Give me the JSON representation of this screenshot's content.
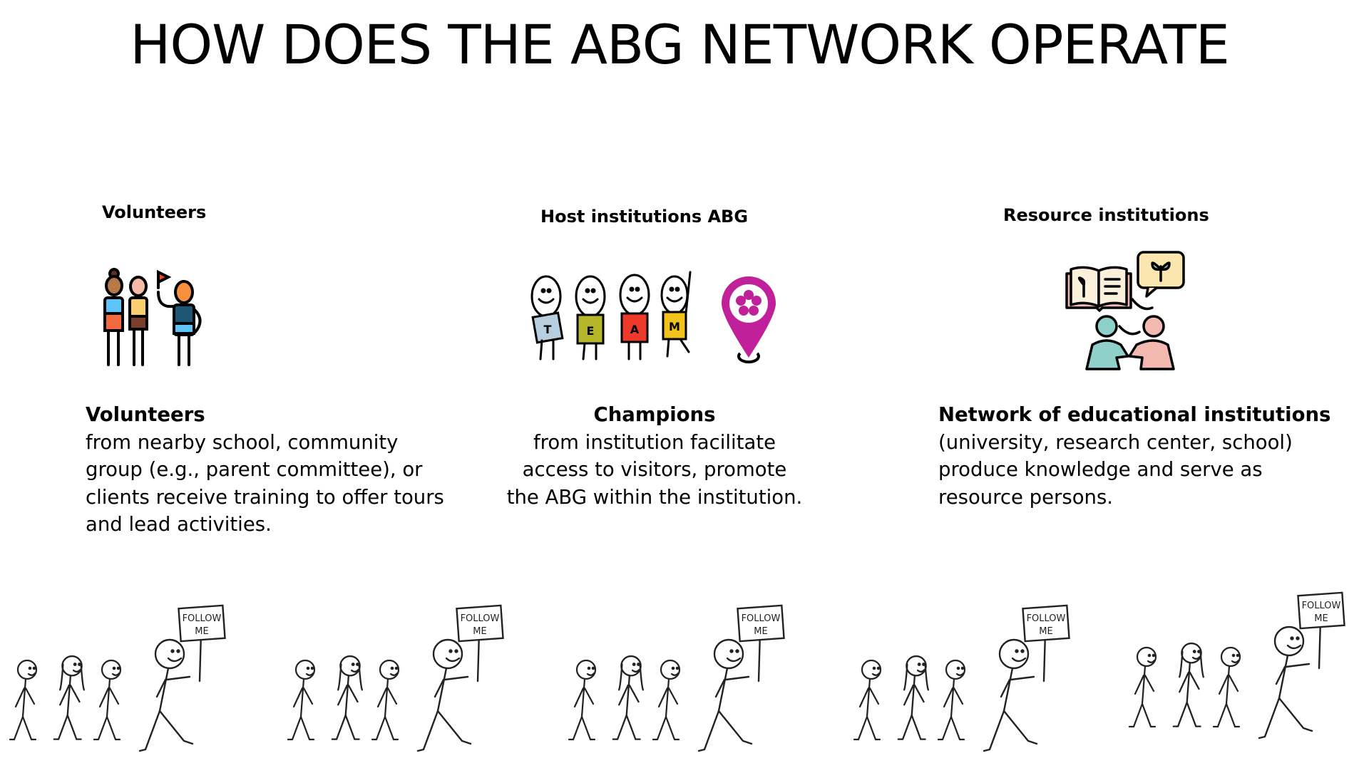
{
  "title": "HOW DOES THE ABG NETWORK OPERATE",
  "columns": [
    {
      "label": "Volunteers",
      "heading": "Volunteers",
      "lines": [
        "from nearby school, community",
        "group (e.g., parent committee), or",
        "clients receive training to offer tours",
        "and lead activities."
      ]
    },
    {
      "label": "Host institutions ABG",
      "heading": "Champions",
      "lines": [
        "from institution facilitate",
        "access to visitors, promote",
        "the ABG within the institution."
      ],
      "team_letters": [
        "T",
        "E",
        "A",
        "M"
      ]
    },
    {
      "label": "Resource institutions",
      "heading": "Network of educational institutions",
      "lines": [
        "(university, research center, school)",
        "produce knowledge and serve as",
        "resource persons."
      ]
    }
  ],
  "footer": {
    "sign_line1": "FOLLOW",
    "sign_line2": "ME",
    "group_count": 5
  },
  "colors": {
    "pin": "#c0209a",
    "team": [
      "#b7cde0",
      "#b5b629",
      "#ee3a2b",
      "#f2c11c"
    ]
  }
}
